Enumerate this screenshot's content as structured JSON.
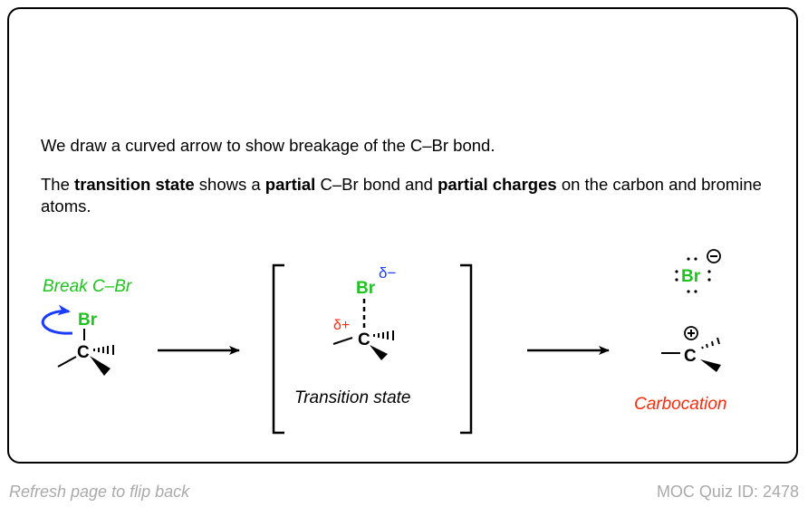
{
  "text": {
    "line1": "We draw a curved arrow to show breakage of the C–Br bond.",
    "line2": {
      "p1": "The ",
      "b1": "transition state",
      "p2": " shows a ",
      "b2": "partial",
      "p3": " C–Br bond and ",
      "b3": "partial charges",
      "p4": " on the carbon and bromine atoms."
    }
  },
  "diagram": {
    "break_label": "Break C–Br",
    "br": "Br",
    "c": "C",
    "delta_minus": "δ−",
    "delta_plus": "δ+",
    "ts_label": "Transition state",
    "carbocation_label": "Carbocation",
    "colors": {
      "green": "#1ec41e",
      "blue": "#1a3cff",
      "red": "#ff2a0a"
    }
  },
  "footer": {
    "left": "Refresh page to flip back",
    "right": "MOC Quiz ID: 2478"
  }
}
